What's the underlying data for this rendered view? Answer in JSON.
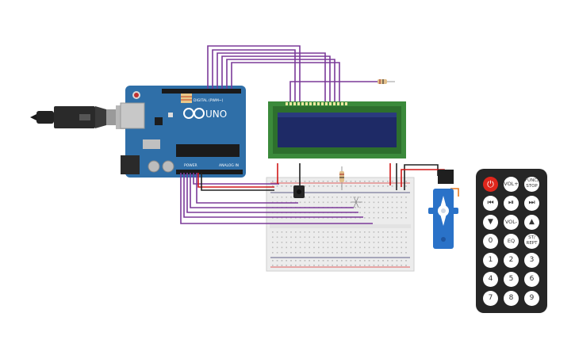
{
  "arduino": {
    "brand_mark": "UNO",
    "header_label": "DIGITAL (PWM~)",
    "analog_label": "ANALOG IN",
    "power_label": "POWER"
  },
  "remote": {
    "buttons": [
      {
        "id": "power",
        "label": "⏻"
      },
      {
        "id": "vol-up",
        "label": "VOL+"
      },
      {
        "id": "func-stop",
        "label": "FUNC/ STOP"
      },
      {
        "id": "prev",
        "label": "⏮"
      },
      {
        "id": "play-pause",
        "label": "⏯"
      },
      {
        "id": "next",
        "label": "⏭"
      },
      {
        "id": "down",
        "label": "▼"
      },
      {
        "id": "vol-down",
        "label": "VOL-"
      },
      {
        "id": "up",
        "label": "▲"
      },
      {
        "id": "zero",
        "label": "0"
      },
      {
        "id": "eq",
        "label": "EQ"
      },
      {
        "id": "st-rept",
        "label": "ST/ REPT"
      },
      {
        "id": "one",
        "label": "1"
      },
      {
        "id": "two",
        "label": "2"
      },
      {
        "id": "three",
        "label": "3"
      },
      {
        "id": "four",
        "label": "4"
      },
      {
        "id": "five",
        "label": "5"
      },
      {
        "id": "six",
        "label": "6"
      },
      {
        "id": "seven",
        "label": "7"
      },
      {
        "id": "eight",
        "label": "8"
      },
      {
        "id": "nine",
        "label": "9"
      }
    ]
  },
  "colors": {
    "board": "#2f6fa8",
    "lcd_pcb": "#3b8a3b",
    "lcd_screen": "#1e2a66",
    "wire": "#7b3a99",
    "wire_red": "#d01818",
    "wire_black": "#222222",
    "servo": "#2a72c8",
    "remote_body": "#262626",
    "power_button": "#e0261c"
  }
}
